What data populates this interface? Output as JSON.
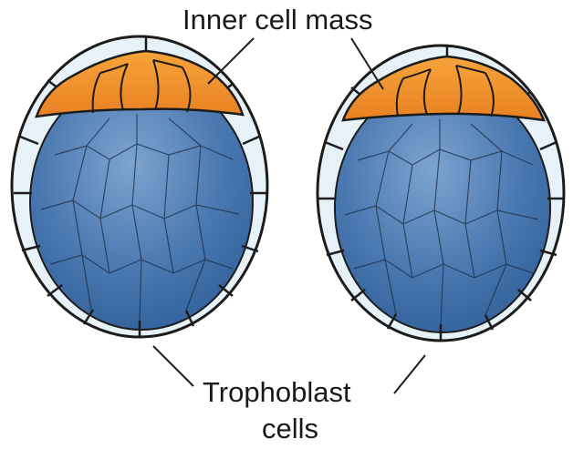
{
  "labels": {
    "inner_cell_mass": "Inner cell mass",
    "trophoblast_line1": "Trophoblast",
    "trophoblast_line2": "cells"
  },
  "colors": {
    "inner_cell_mass": "#f0922e",
    "blastocoel_light": "#8fb0d4",
    "blastocoel_dark": "#2f5f98",
    "trophoblast_shell": "#e7f1f8",
    "outline": "#1c1c1c"
  }
}
